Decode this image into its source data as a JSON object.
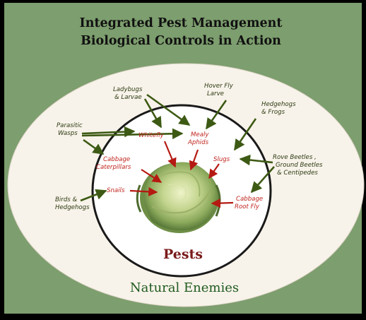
{
  "title_line1": "Integrated Pest Management",
  "title_line2": "Biological Controls in Action",
  "pests_label": "Pests",
  "enemies_label": "Natural Enemies",
  "enemies": {
    "ladybugs": [
      "Ladybugs",
      "& Larvae"
    ],
    "hoverfly": [
      "Hover Fly",
      "Larve"
    ],
    "hedgehogs_frogs": [
      "Hedgehogs",
      "& Frogs"
    ],
    "parasitic_wasps": [
      "Parasitic",
      "Wasps"
    ],
    "rove_beetles": [
      "Rove Beetles ,",
      "Ground Beetles",
      "& Centipedes"
    ],
    "birds_hedgehogs": [
      "Birds &",
      "Hedgehogs"
    ]
  },
  "pests": {
    "whitefly": [
      "Whitefly"
    ],
    "mealy_aphids": [
      "Mealy",
      "Aphids"
    ],
    "slugs": [
      "Slugs"
    ],
    "cabbage_caterpillars": [
      "Cabbage",
      "Caterpillars"
    ],
    "snails": [
      "Snails"
    ],
    "cabbage_root_fly": [
      "Cabbage",
      "Root Fly"
    ]
  },
  "colors": {
    "frame": "#000000",
    "background": "#7d9e6e",
    "outer_ring": "#f8f3ea",
    "enemy_arrow": "#3d5a14",
    "pest_arrow": "#b51a12",
    "ring_text": "#1f5a1f"
  },
  "icons": {
    "center_image": "cabbage-icon"
  }
}
